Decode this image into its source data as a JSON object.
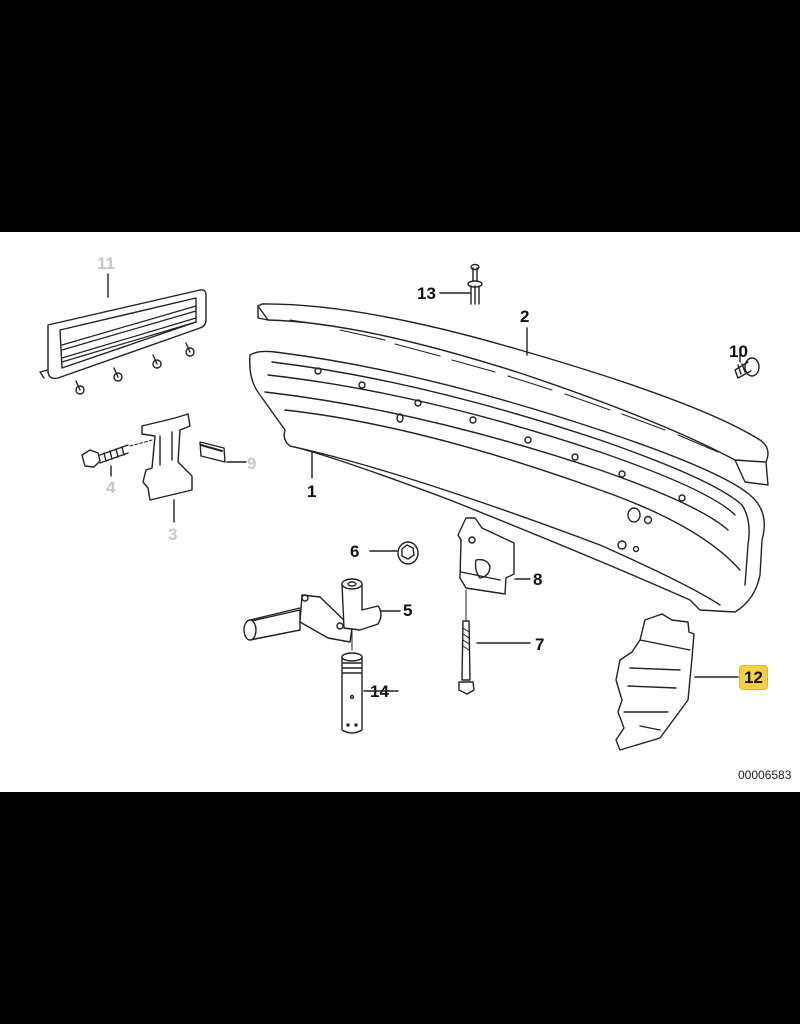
{
  "diagram": {
    "type": "exploded-parts-diagram",
    "reference_number": "00006583",
    "highlight_color": "#f3cf45",
    "dim_label_color": "#c8c8c8",
    "callouts": [
      {
        "id": "1",
        "label": "1",
        "part": "bumper-carrier",
        "state": "normal"
      },
      {
        "id": "2",
        "label": "2",
        "part": "bumper-trim-strip",
        "state": "normal"
      },
      {
        "id": "3",
        "label": "3",
        "part": "mounting-bracket",
        "state": "dimmed"
      },
      {
        "id": "4",
        "label": "4",
        "part": "hex-screw",
        "state": "dimmed"
      },
      {
        "id": "5",
        "label": "5",
        "part": "impact-absorber-tube",
        "state": "normal"
      },
      {
        "id": "6",
        "label": "6",
        "part": "hex-nut",
        "state": "normal"
      },
      {
        "id": "7",
        "label": "7",
        "part": "hex-bolt",
        "state": "normal"
      },
      {
        "id": "8",
        "label": "8",
        "part": "support-bracket",
        "state": "normal"
      },
      {
        "id": "9",
        "label": "9",
        "part": "clip-nut",
        "state": "dimmed"
      },
      {
        "id": "10",
        "label": "10",
        "part": "screw",
        "state": "normal"
      },
      {
        "id": "11",
        "label": "11",
        "part": "vent-grille",
        "state": "dimmed"
      },
      {
        "id": "12",
        "label": "12",
        "part": "corner-bracket",
        "state": "highlighted"
      },
      {
        "id": "13",
        "label": "13",
        "part": "expanding-rivet",
        "state": "normal"
      },
      {
        "id": "14",
        "label": "14",
        "part": "sleeve",
        "state": "normal"
      }
    ]
  }
}
